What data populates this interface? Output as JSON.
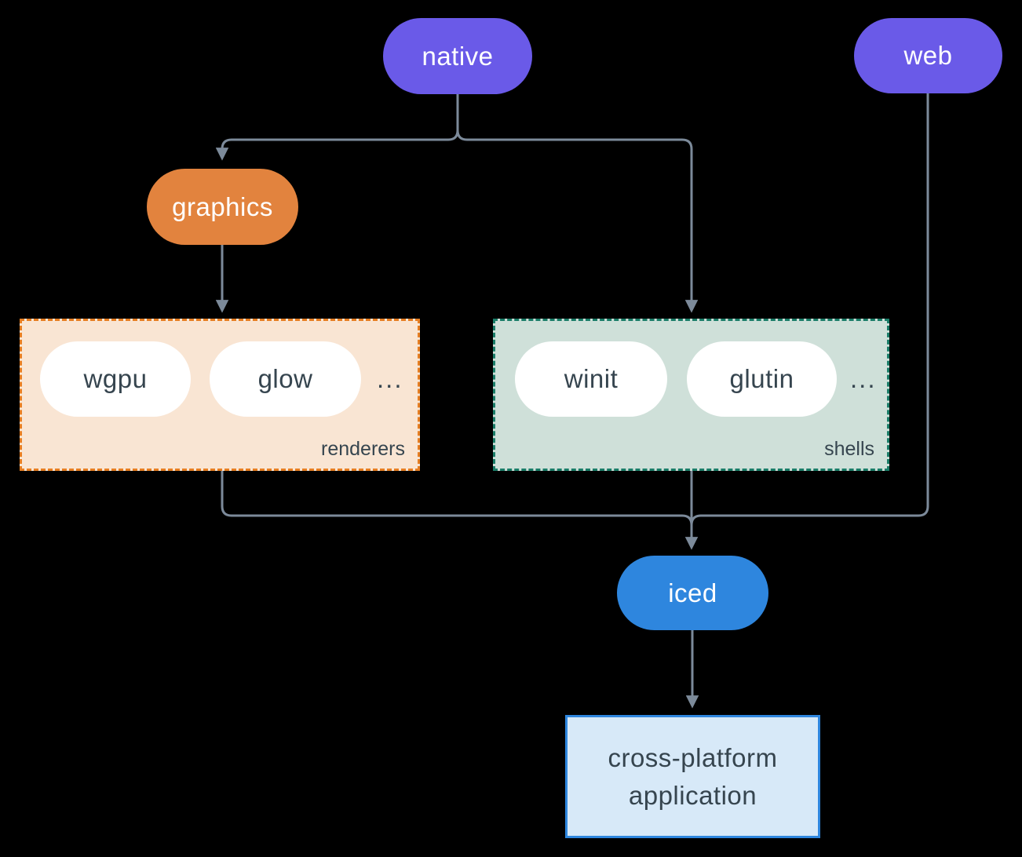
{
  "colors": {
    "background": "#000000",
    "connector": "#7c8a9a",
    "platform_node_fill": "#6a5ae8",
    "graphics_node_fill": "#e2833e",
    "iced_node_fill": "#2e86de",
    "node_text": "#ffffff",
    "dark_text": "#36454f",
    "renderers_group_fill": "#f9e5d3",
    "renderers_group_border": "#e67e22",
    "shells_group_fill": "#cfe0d9",
    "shells_group_border": "#1a7d68",
    "application_fill": "#d7e9f8",
    "application_border": "#2e86de"
  },
  "nodes": {
    "native": {
      "label": "native"
    },
    "web": {
      "label": "web"
    },
    "graphics": {
      "label": "graphics"
    },
    "iced": {
      "label": "iced"
    },
    "application": {
      "line1": "cross-platform",
      "line2": "application"
    }
  },
  "groups": {
    "renderers": {
      "label": "renderers",
      "items": [
        "wgpu",
        "glow"
      ],
      "more": "..."
    },
    "shells": {
      "label": "shells",
      "items": [
        "winit",
        "glutin"
      ],
      "more": "..."
    }
  },
  "edges": [
    {
      "from": "native",
      "to": "graphics"
    },
    {
      "from": "native",
      "to": "shells"
    },
    {
      "from": "graphics",
      "to": "renderers"
    },
    {
      "from": "renderers",
      "to": "iced"
    },
    {
      "from": "shells",
      "to": "iced"
    },
    {
      "from": "web",
      "to": "iced"
    },
    {
      "from": "iced",
      "to": "application"
    }
  ]
}
